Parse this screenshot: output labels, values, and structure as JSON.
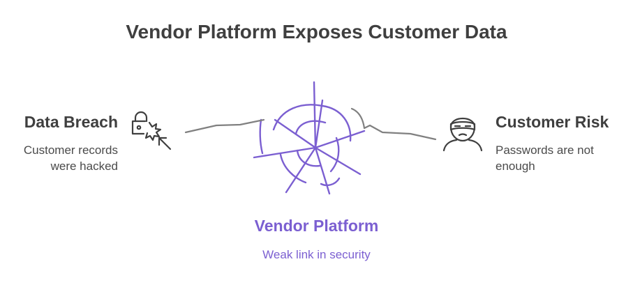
{
  "title": "Vendor Platform Exposes Customer Data",
  "left": {
    "title": "Data Breach",
    "description_lines": [
      "Customer records",
      "were hacked"
    ],
    "icon": "broken-lock-cursor-icon"
  },
  "right": {
    "title": "Customer Risk",
    "description_lines": [
      "Passwords are not",
      "enough"
    ],
    "icon": "masked-hacker-icon"
  },
  "center": {
    "title": "Vendor Platform",
    "description": "Weak link in security",
    "icon": "broken-web-icon"
  },
  "colors": {
    "accent": "#7b5fd1",
    "text": "#3f3f3f",
    "connector": "#808080"
  }
}
